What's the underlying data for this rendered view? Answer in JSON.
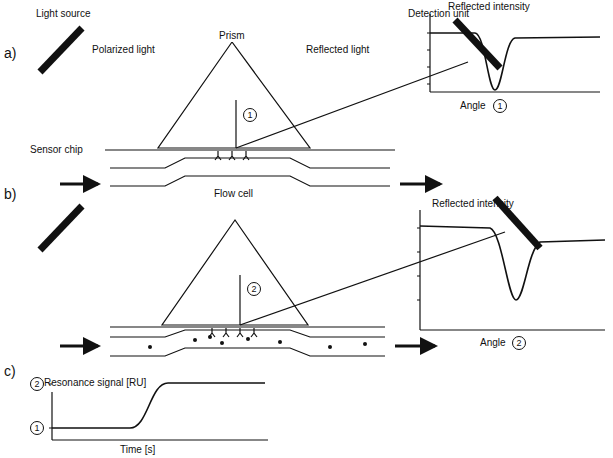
{
  "diagram": {
    "labels": [
      "a)",
      "Light source",
      "Prism",
      "Detection unit",
      "Reflected intensity",
      "Polarized light",
      "Reflected light",
      "1",
      "Sensor chip",
      "Flow cell",
      "Angle",
      "1",
      "b)",
      "2",
      "Reflected intensity",
      "Angle",
      "2",
      "c)",
      "Resonance signal [RU]",
      "2",
      "1",
      "Time [s]"
    ]
  }
}
